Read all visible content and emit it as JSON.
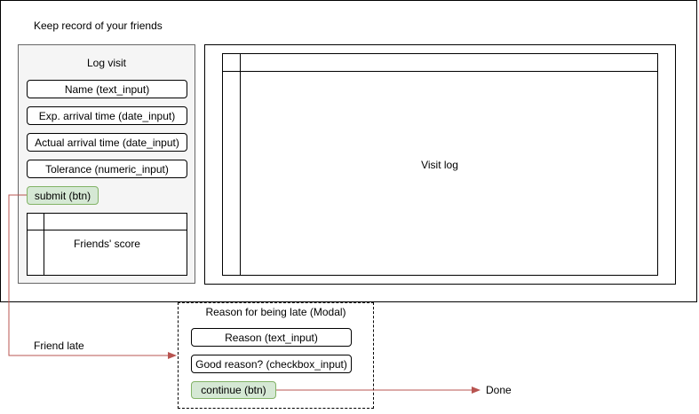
{
  "app": {
    "title": "Keep record of your friends"
  },
  "log_visit": {
    "title": "Log visit",
    "fields": {
      "name": "Name (text_input)",
      "expected_arrival": "Exp. arrival time (date_input)",
      "actual_arrival": "Actual arrival time (date_input)",
      "tolerance": "Tolerance (numeric_input)"
    },
    "submit_label": "submit (btn)",
    "friends_score_label": "Friends' score"
  },
  "visit_log": {
    "label": "Visit log"
  },
  "modal": {
    "title": "Reason for being late (Modal)",
    "reason_field": "Reason (text_input)",
    "good_reason_field": "Good reason? (checkbox_input)",
    "continue_label": "continue (btn)"
  },
  "flow": {
    "friend_late_label": "Friend late",
    "done_label": "Done",
    "arrow_color": "#b85450",
    "button_fill": "#d5e8d4",
    "button_stroke": "#82b366",
    "panel_fill": "#f5f5f5"
  }
}
